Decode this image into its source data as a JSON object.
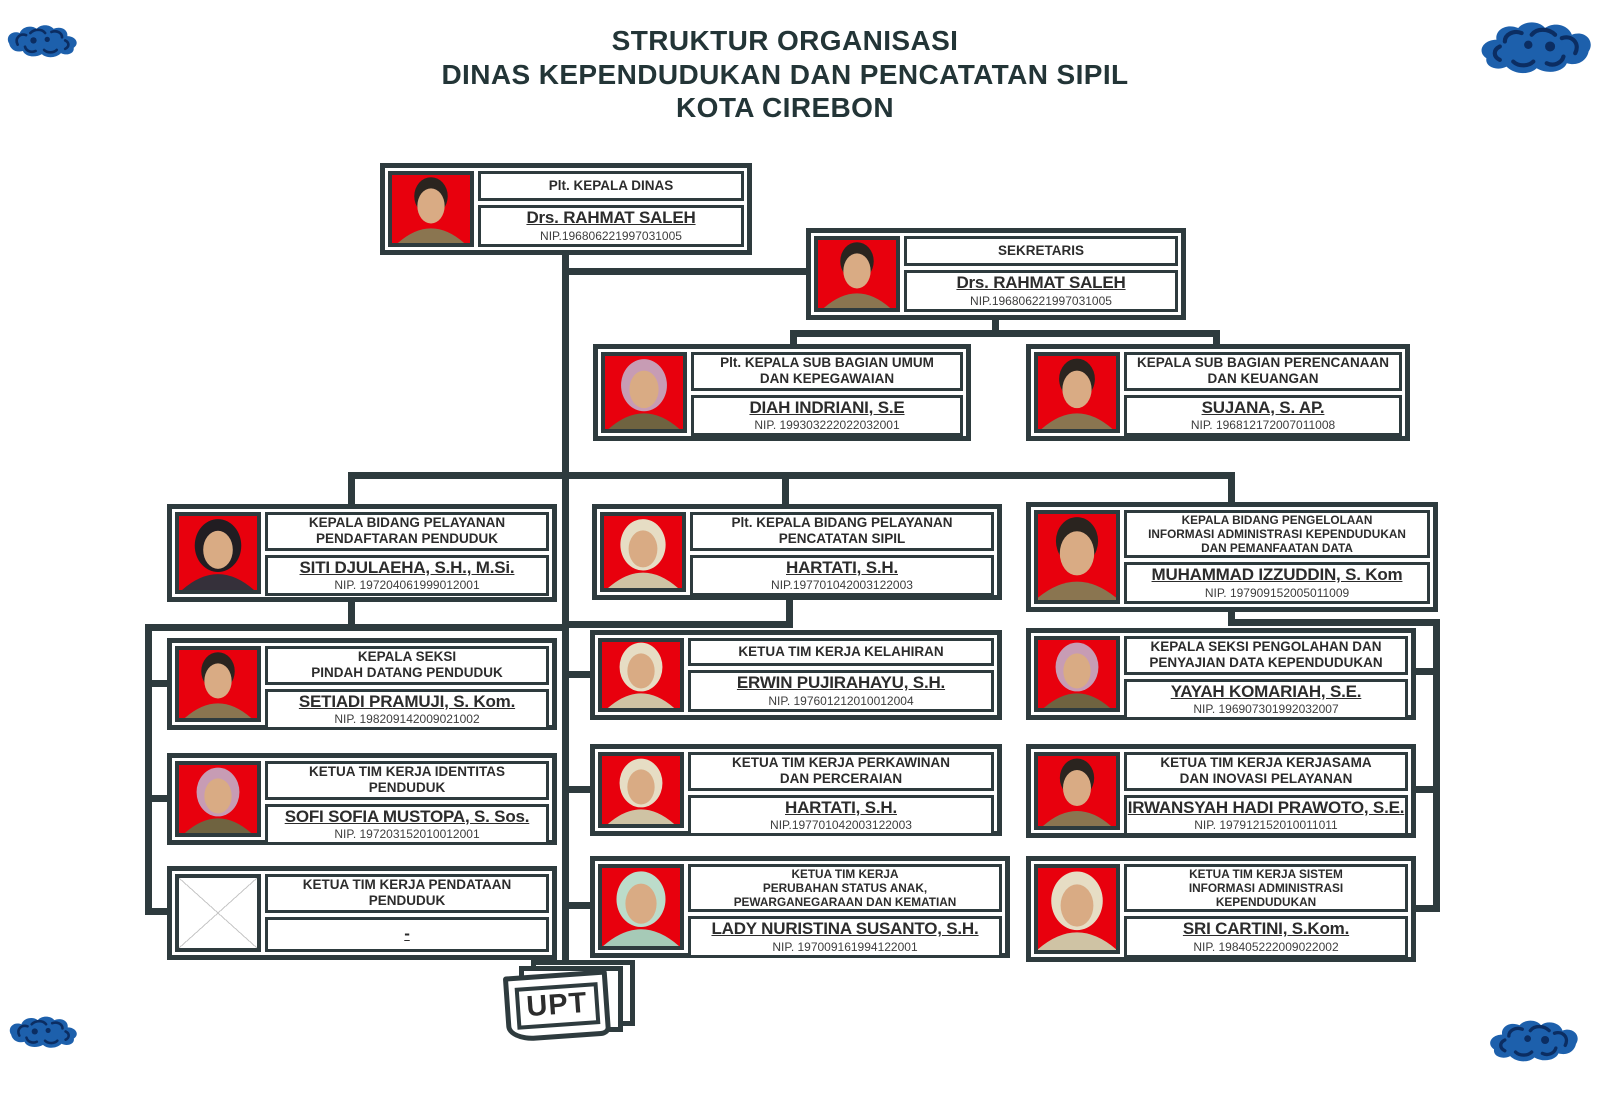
{
  "page_title": {
    "line1": "STRUKTUR ORGANISASI",
    "line2": "DINAS KEPENDUDUKAN DAN PENCATATAN SIPIL",
    "line3": "KOTA CIREBON"
  },
  "upt": {
    "label": "UPT"
  },
  "colors": {
    "frame": "#2e3b3e",
    "photo_background": "#e8000d",
    "ornament_blue": "#1d60ac",
    "ornament_navy": "#0b2d62"
  },
  "nodes": {
    "kepala_dinas": {
      "title": "Plt. KEPALA DINAS",
      "name": "Drs. RAHMAT SALEH",
      "nip": "NIP.196806221997031005",
      "photo": "male"
    },
    "sekretaris": {
      "title": "SEKRETARIS",
      "name": "Drs. RAHMAT SALEH",
      "nip": "NIP.196806221997031005",
      "photo": "male"
    },
    "subbag_umum": {
      "title": "Plt. KEPALA SUB BAGIAN UMUM\nDAN KEPEGAWAIAN",
      "name": "DIAH INDRIANI, S.E",
      "nip": "NIP. 199303222022032001",
      "photo": "hijab-pink"
    },
    "subbag_perencanaan": {
      "title": "KEPALA SUB BAGIAN PERENCANAAN\nDAN KEUANGAN",
      "name": "SUJANA, S. AP.",
      "nip": "NIP. 196812172007011008",
      "photo": "male"
    },
    "bidang_pendaftaran": {
      "title": "KEPALA BIDANG PELAYANAN\nPENDAFTARAN PENDUDUK",
      "name": "SITI DJULAEHA, S.H., M.Si.",
      "nip": "NIP. 197204061999012001",
      "photo": "hijab-black"
    },
    "bidang_capil": {
      "title": "Plt. KEPALA BIDANG PELAYANAN\nPENCATATAN SIPIL",
      "name": "HARTATI, S.H.",
      "nip": "NIP.197701042003122003",
      "photo": "hijab-cream"
    },
    "bidang_pia": {
      "title": "KEPALA BIDANG PENGELOLAAN\nINFORMASI ADMINISTRASI KEPENDUDUKAN\nDAN PEMANFAATAN DATA",
      "name": "MUHAMMAD IZZUDDIN, S. Kom",
      "nip": "NIP. 197909152005011009",
      "photo": "male"
    },
    "seksi_pindah": {
      "title": "KEPALA SEKSI\nPINDAH DATANG PENDUDUK",
      "name": "SETIADI PRAMUJI, S. Kom.",
      "nip": "NIP. 198209142009021002",
      "photo": "male"
    },
    "tk_identitas": {
      "title": "KETUA TIM KERJA IDENTITAS\nPENDUDUK",
      "name": "SOFI SOFIA MUSTOPA, S. Sos.",
      "nip": "NIP. 197203152010012001",
      "photo": "hijab-pink"
    },
    "tk_pendataan": {
      "title": "KETUA TIM KERJA PENDATAAN\nPENDUDUK",
      "name": "-",
      "nip": "",
      "photo": "vacant"
    },
    "tk_kelahiran": {
      "title": "KETUA TIM KERJA KELAHIRAN",
      "name": "ERWIN PUJIRAHAYU, S.H.",
      "nip": "NIP. 197601212010012004",
      "photo": "hijab-cream"
    },
    "tk_perkawinan": {
      "title": "KETUA TIM KERJA PERKAWINAN\nDAN PERCERAIAN",
      "name": "HARTATI, S.H.",
      "nip": "NIP.197701042003122003",
      "photo": "hijab-cream"
    },
    "tk_perubahan": {
      "title": "KETUA TIM KERJA\nPERUBAHAN STATUS ANAK,\nPEWARGANEGARAAN DAN KEMATIAN",
      "name": "LADY NURISTINA SUSANTO, S.H.",
      "nip": "NIP. 197009161994122001",
      "photo": "hijab-green"
    },
    "seksi_pengolahan": {
      "title": "KEPALA SEKSI PENGOLAHAN DAN\nPENYAJIAN DATA KEPENDUDUKAN",
      "name": "YAYAH KOMARIAH, S.E.",
      "nip": "NIP. 196907301992032007",
      "photo": "hijab-pink"
    },
    "tk_kerjasama": {
      "title": "KETUA TIM KERJA KERJASAMA\nDAN INOVASI PELAYANAN",
      "name": "IRWANSYAH HADI PRAWOTO, S.E.",
      "nip": "NIP. 197912152010011011",
      "photo": "male"
    },
    "tk_sia": {
      "title": "KETUA TIM KERJA SISTEM\nINFORMASI ADMINISTRASI\nKEPENDUDUKAN",
      "name": "SRI CARTINI, S.Kom.",
      "nip": "NIP. 198405222009022002",
      "photo": "hijab-cream"
    }
  }
}
